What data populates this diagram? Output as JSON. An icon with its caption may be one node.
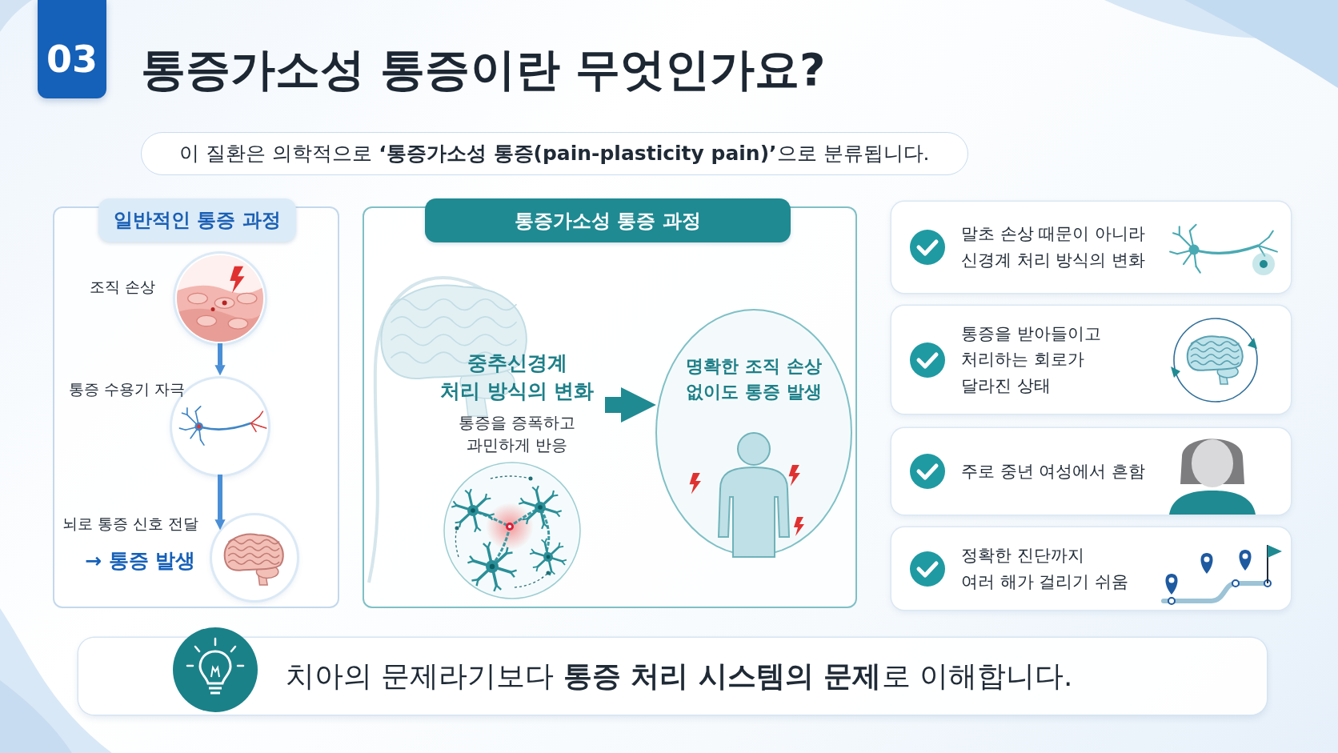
{
  "diagram": {
    "title": "**통증가소성 통증**이란 무엇인가요?",
    "nodes": [
      {
        "text": [
          "03"
        ]
      },
      {
        "text": [
          "이 질환은 의학적으로 **‘통증가소성 통증(pain-plasticity pain)’**으로 분류됩니다."
        ]
      },
      {
        "text": [
          "일반적인 통증 과정"
        ]
      },
      {
        "text": [],
        "shape": "picture",
        "in": 2,
        "beside": [
          "조직 손상"
        ]
      },
      {
        "text": [],
        "shape": "picture",
        "in": 2,
        "beside": [
          "통증 수용기 자극"
        ]
      },
      {
        "text": [],
        "shape": "picture",
        "in": 2,
        "beside": [
          "뇌로 통증 신호 전달",
          "→ 통증 발생"
        ]
      },
      {
        "text": [
          "통증가소성 통증 과정"
        ]
      },
      {
        "text": [
          "중추신경계 처리 방식의 변화",
          "통증을 증폭하고 과민하게 반응"
        ],
        "in": 6
      },
      {
        "text": [
          "명확한 조직 손상 없이도 통증 발생"
        ],
        "in": 6
      },
      {
        "text": [
          "말초 손상 때문이 아니라 신경계 처리 방식의 변화"
        ]
      },
      {
        "text": [
          "통증을 받아들이고 처리하는 회로가 달라진 상태"
        ]
      },
      {
        "text": [
          "주로 중년 여성에서 흔함"
        ]
      },
      {
        "text": [
          "정확한 진단까지 여러 해가 걸리기 쉬움"
        ]
      },
      {
        "text": [
          "치아의 문제라기보다 **통증 처리 시스템의 문제**로 이해합니다."
        ]
      }
    ],
    "edges": [
      {
        "from": 3,
        "to": 4,
        "arrow": "to"
      },
      {
        "from": 4,
        "to": 5,
        "arrow": "to"
      },
      {
        "from": 7,
        "to": 8,
        "arrow": "to",
        "style": "thick",
        "color": "#1f8a92"
      }
    ]
  }
}
